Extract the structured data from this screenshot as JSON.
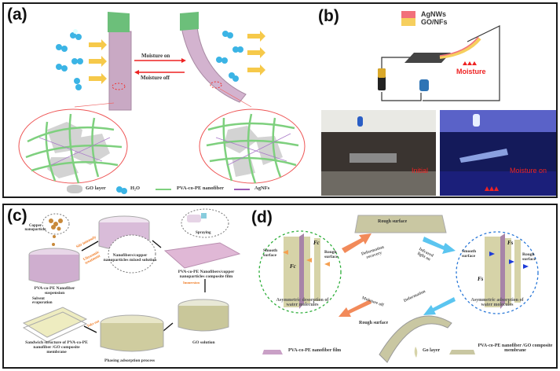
{
  "figure": {
    "panels": {
      "a": {
        "label": "(a)",
        "arrow_on": "Moisture on",
        "arrow_off": "Moisture off",
        "legend": [
          {
            "icon": "go-layer-icon",
            "text": "GO layer"
          },
          {
            "icon": "water-molecule-icon",
            "text": "H₂O"
          },
          {
            "icon": "nanofiber-line-icon",
            "text": "PVA-co-PE nanofiber"
          },
          {
            "icon": "agnf-line-icon",
            "text": "AgNFs"
          }
        ]
      },
      "b": {
        "label": "(b)",
        "legend": [
          {
            "text": "AgNWs",
            "color": "#f2707a"
          },
          {
            "text": "GO/NFs",
            "color": "#f6cf5e"
          }
        ],
        "moisture_label": "Moisture",
        "photo_left_label": "Initial",
        "photo_right_label": "Moisture on"
      },
      "c": {
        "label": "(c)",
        "copper_label": "Copper nanoparticle",
        "step1_label": "PVA-co-PE Nanofiber suspension",
        "stir_label": "Stir intensely",
        "ultra_label": "Ultrasonic treatment",
        "step2_label": "Nanofibers/copper nanoparticles mixed solution",
        "spraying_label": "Spraying",
        "step3_label": "PVA-co-PE Nanofibers/copper nanoparticles composite film",
        "immersion_label": "Immersion",
        "go_solution_label": "GO solution",
        "phasing_label": "Phasing adsorption process",
        "takeout_label": "Take out",
        "solvent_label": "Solvent evaporation",
        "sandwich_label": "Sandwich structure of PVA-co-PE nanofiber /GO composite membrane"
      },
      "d": {
        "label": "(d)",
        "top_surface": "Rough surface",
        "bottom_surface": "Rough surface",
        "deform_recovery": "Deformation recovery",
        "infrared": "Infrared light on",
        "moisture_off": "Moisture off",
        "deformation": "Deformation",
        "left_circle": {
          "smooth": "Smooth surface",
          "rough": "Rough surface",
          "force": "Fc",
          "caption": "Asymmetric desorption of water molecules"
        },
        "right_circle": {
          "smooth": "Smooth surface",
          "rough": "Rough surface",
          "force": "Fs",
          "caption": "Asymmetric adsorption of water molecules"
        },
        "legend": [
          {
            "icon": "nanofiber-film-icon",
            "text": "PVA-co-PE nanofiber film"
          },
          {
            "icon": "go-layer-icon",
            "text": "Go layer"
          },
          {
            "icon": "composite-membrane-icon",
            "text": "PVA-co-PE nanofiber /GO composite membrane"
          }
        ]
      }
    }
  }
}
